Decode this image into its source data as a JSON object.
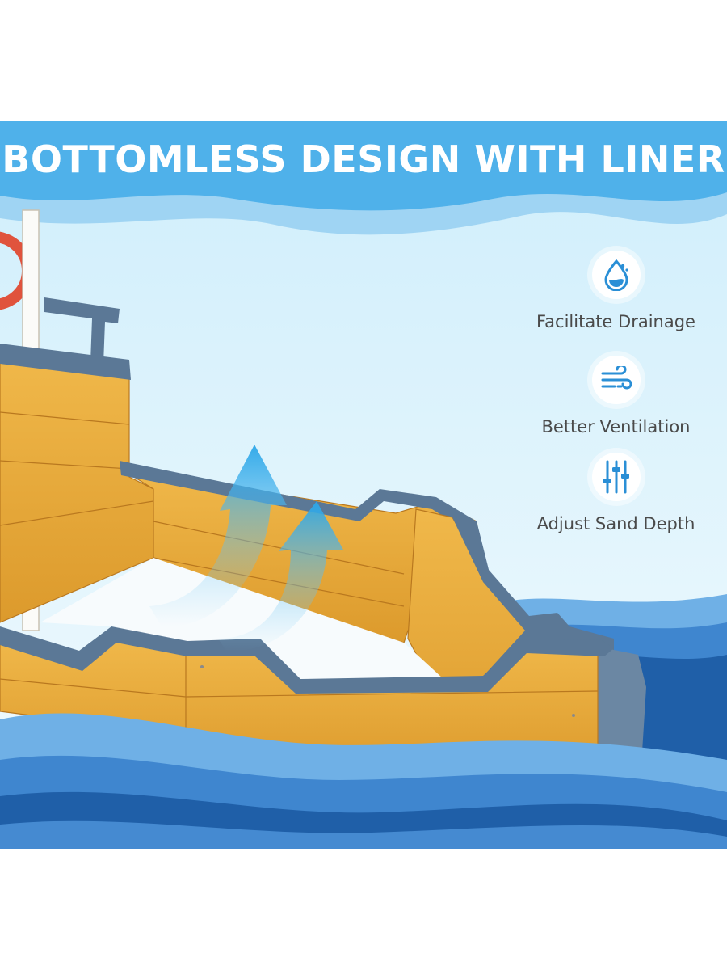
{
  "headline": "BOTTOMLESS DESIGN WITH LINER",
  "features": [
    {
      "label": "Facilitate Drainage",
      "icon": "water-drop-icon"
    },
    {
      "label": "Better Ventilation",
      "icon": "wind-icon"
    },
    {
      "label": "Adjust Sand Depth",
      "icon": "sliders-icon"
    }
  ],
  "colors": {
    "banner_blue": "#4fb1ea",
    "sky": "#dff2fb",
    "wave_dark": "#1f5fa8",
    "wave_mid": "#3f86cf",
    "wave_light": "#6fb0e6",
    "wood": "#e6a838",
    "trim": "#5b7896",
    "icon_blue": "#2a8fd6"
  }
}
